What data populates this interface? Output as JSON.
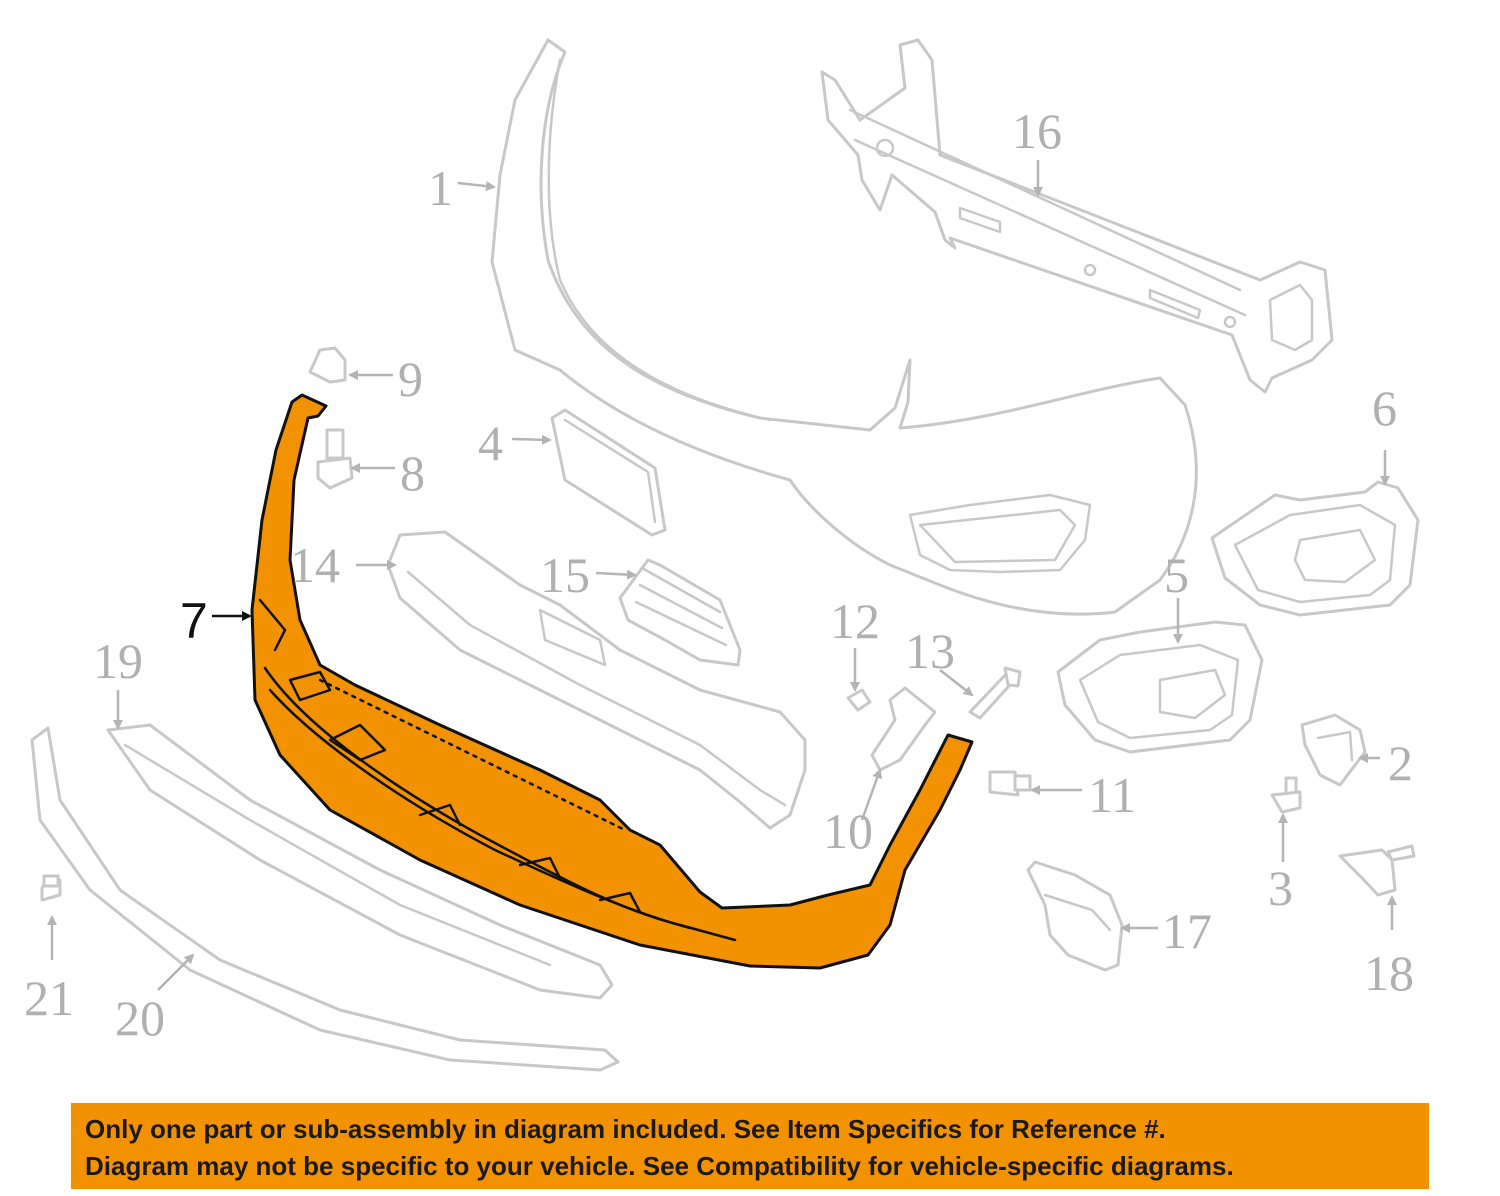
{
  "diagram": {
    "callouts": [
      "1",
      "2",
      "3",
      "4",
      "5",
      "6",
      "7",
      "8",
      "9",
      "10",
      "11",
      "12",
      "13",
      "14",
      "15",
      "16",
      "17",
      "18",
      "19",
      "20",
      "21"
    ],
    "highlighted_part": "7",
    "colors": {
      "highlight": "#f39200",
      "outline": "#c8c8c8",
      "notice_bg": "#f39200",
      "text_dark": "#111111"
    }
  },
  "notice": {
    "line1": "Only one part or sub-assembly in diagram included. See Item Specifics for Reference #.",
    "line2": "Diagram may not be specific to your vehicle. See Compatibility for vehicle-specific diagrams."
  }
}
